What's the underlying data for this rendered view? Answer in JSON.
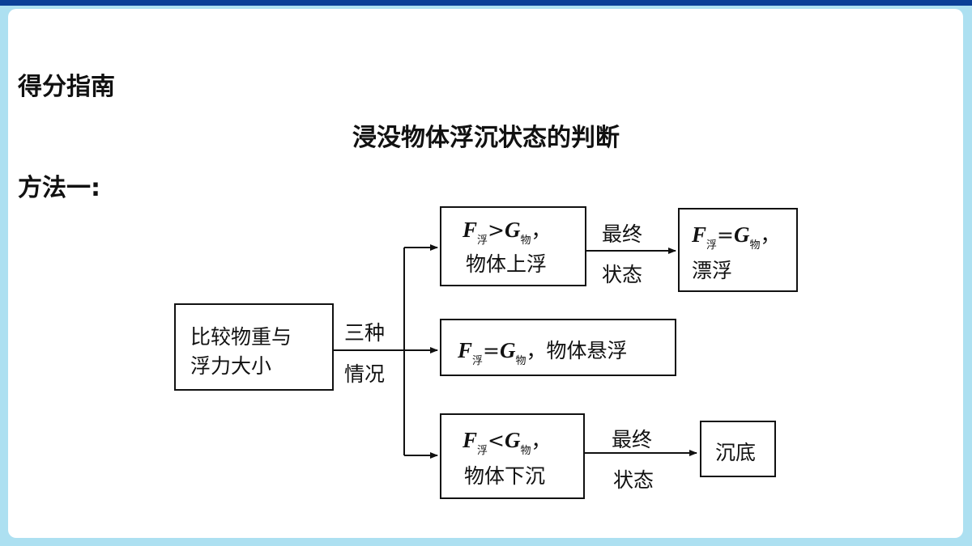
{
  "header": {
    "section_heading": "得分指南",
    "title": "浸没物体浮沉状态的判断",
    "method_label": "方法一:"
  },
  "diagram": {
    "start_box": {
      "line1": "比较物重与",
      "line2": "浮力大小"
    },
    "branch_label": {
      "line1": "三种",
      "line2": "情况"
    },
    "upper_box": {
      "f": "F",
      "f_sub": "浮",
      "op": ">",
      "g": "G",
      "g_sub": "物",
      "comma": "，",
      "line2": "物体上浮"
    },
    "middle_box": {
      "f": "F",
      "f_sub": "浮",
      "op": "=",
      "g": "G",
      "g_sub": "物",
      "rest": "，物体悬浮"
    },
    "lower_box": {
      "f": "F",
      "f_sub": "浮",
      "op": "<",
      "g": "G",
      "g_sub": "物",
      "comma": "，",
      "line2": "物体下沉"
    },
    "upper_arrow_label": {
      "line1": "最终",
      "line2": "状态"
    },
    "lower_arrow_label": {
      "line1": "最终",
      "line2": "状态"
    },
    "float_box": {
      "f": "F",
      "f_sub": "浮",
      "op": "=",
      "g": "G",
      "g_sub": "物",
      "comma": "，",
      "line2": "漂浮"
    },
    "sink_box": {
      "text": "沉底"
    }
  }
}
